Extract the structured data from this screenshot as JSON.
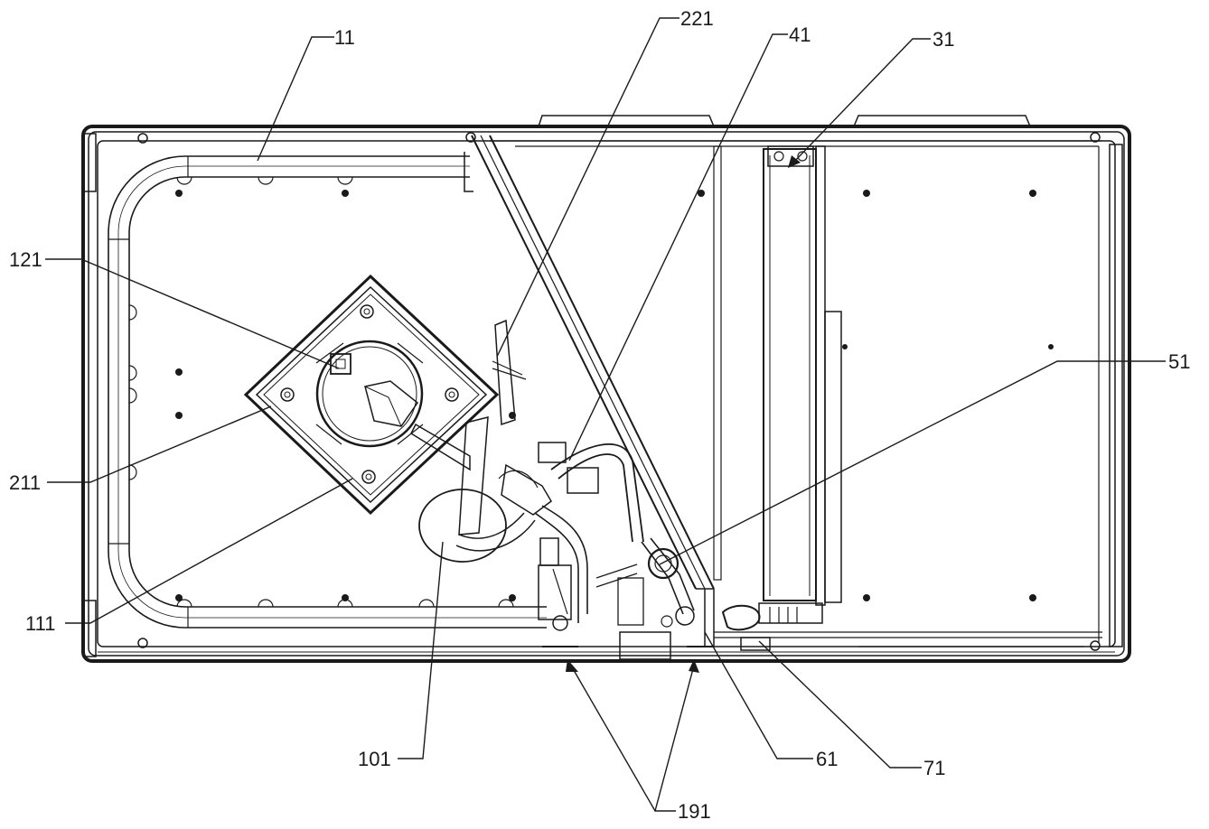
{
  "figure": {
    "reference_labels": {
      "l11": "11",
      "l221": "221",
      "l41": "41",
      "l31": "31",
      "l121": "121",
      "l51": "51",
      "l211": "211",
      "l111": "111",
      "l101": "101",
      "l61": "61",
      "l71": "71",
      "l191": "191"
    }
  }
}
